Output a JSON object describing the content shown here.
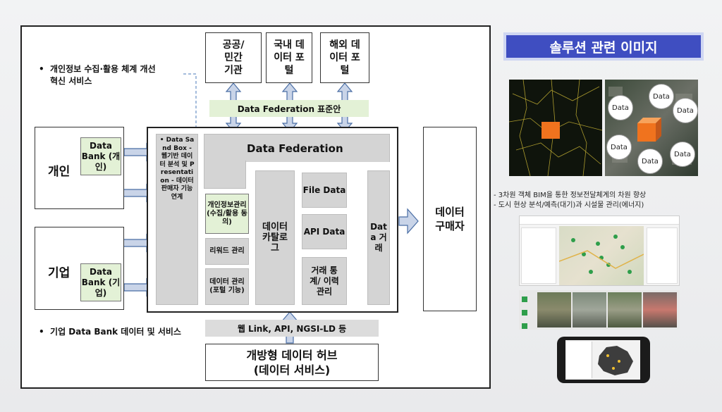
{
  "left_notes": {
    "note1_line1": "개인정보 수집·활용 체계 개선",
    "note1_line2": "혁신 서비스",
    "note2": "기업 Data Bank 데이터 및 서비스"
  },
  "top_sources": [
    {
      "label": "공공/ 민간 기관"
    },
    {
      "label": "국내 데이터 포털"
    },
    {
      "label": "해외 데이터 포털"
    }
  ],
  "federation_std": "Data Federation 표준안",
  "left_entities": {
    "individual": "개인",
    "individual_bank": "Data Bank (개인)",
    "company": "기업",
    "company_bank": "Data Bank (기업)"
  },
  "sandbox_text": "• Data Sand Box - 웹기반 데이터 분석 및 Presentation - 데이터 판매자 기능 연계",
  "data_federation": "Data Federation",
  "inner_modules": {
    "privacy": "개인정보관리 (수집/활용 동의)",
    "reward": "리워드 관리",
    "data_mgmt": "데이터 관리(포털 기능)",
    "catalog": "데이터 카탈로그",
    "file_data": "File Data",
    "api_data": "API Data",
    "trade_stats": "거래 통계/ 이력 관리",
    "data_trade": "Data 거래"
  },
  "buyer": "데이터 구매자",
  "web_link": "웹 Link, API, NGSI-LD 등",
  "open_hub_line1": "개방형 데이터 허브",
  "open_hub_line2": "(데이터 서비스)",
  "solution_title": "솔루션 관련 이미지",
  "solution_notes": {
    "n1": "- 3차원 객체 BIM을 통한 정보전달체계의 차원 향상",
    "n2": "- 도시 현상 분석/예측(대기)과 시설물 관리(에너지)"
  },
  "bubble_label": "Data",
  "colors": {
    "green_fill": "#e3f1d6",
    "gray_module": "#d4d4d4",
    "title_fill": "#3f4ec1",
    "arrow_fill": "#c9d4e8",
    "arrow_stroke": "#4a6ea5"
  }
}
